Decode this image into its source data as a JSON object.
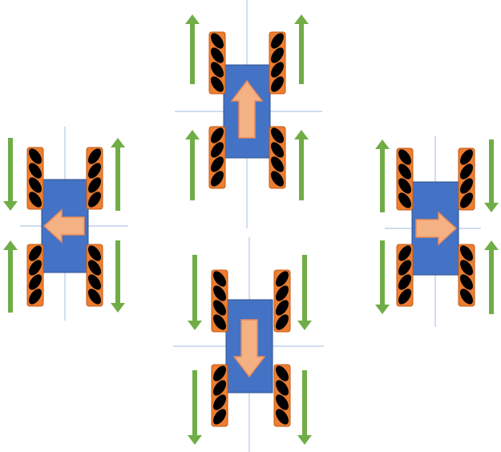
{
  "colors": {
    "body": "#4472C4",
    "wheel": "#ED7D31",
    "roller": "#000000",
    "arrow_green": "#70AD47",
    "arrow_salmon": "#F4B183",
    "axis_line": "#B4C7E7"
  },
  "robots": [
    {
      "name": "robot-forward",
      "motion": "forward",
      "wheel_arrows": {
        "front_left": "up",
        "front_right": "up",
        "rear_left": "up",
        "rear_right": "up"
      }
    },
    {
      "name": "robot-left",
      "motion": "left",
      "wheel_arrows": {
        "front_left": "down",
        "front_right": "up",
        "rear_left": "up",
        "rear_right": "down"
      }
    },
    {
      "name": "robot-right",
      "motion": "right",
      "wheel_arrows": {
        "front_left": "up",
        "front_right": "down",
        "rear_left": "down",
        "rear_right": "up"
      }
    },
    {
      "name": "robot-backward",
      "motion": "backward",
      "wheel_arrows": {
        "front_left": "down",
        "front_right": "down",
        "rear_left": "down",
        "rear_right": "down"
      }
    }
  ]
}
